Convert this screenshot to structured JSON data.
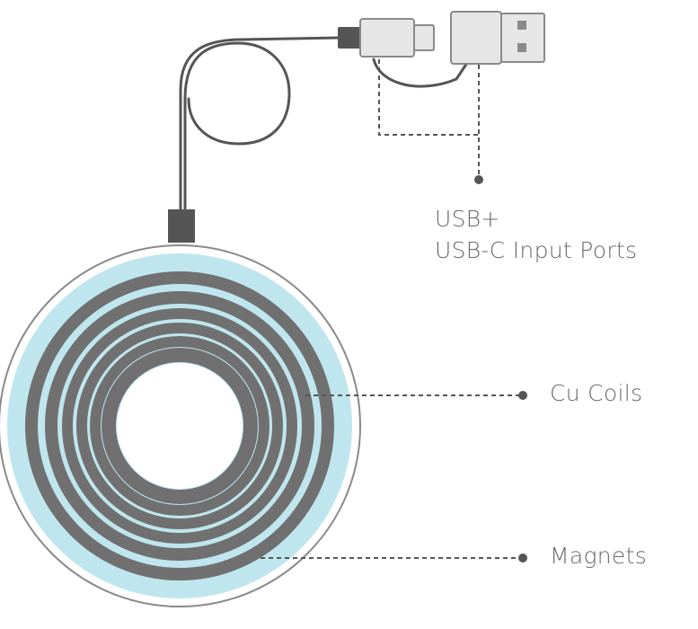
{
  "labels": {
    "usb_line1": "USB+",
    "usb_line2": "USB-C Input Ports",
    "coils": "Cu Coils",
    "magnets": "Magnets"
  },
  "colors": {
    "text": "#6a6a6a",
    "cable": "#555555",
    "coil": "#707070",
    "magnet_ring": "#bfe6ee",
    "outline": "#8a8a8a",
    "connector_fill": "#e6e6e6",
    "connector_stroke": "#8a8a8a",
    "leader": "#555555"
  }
}
